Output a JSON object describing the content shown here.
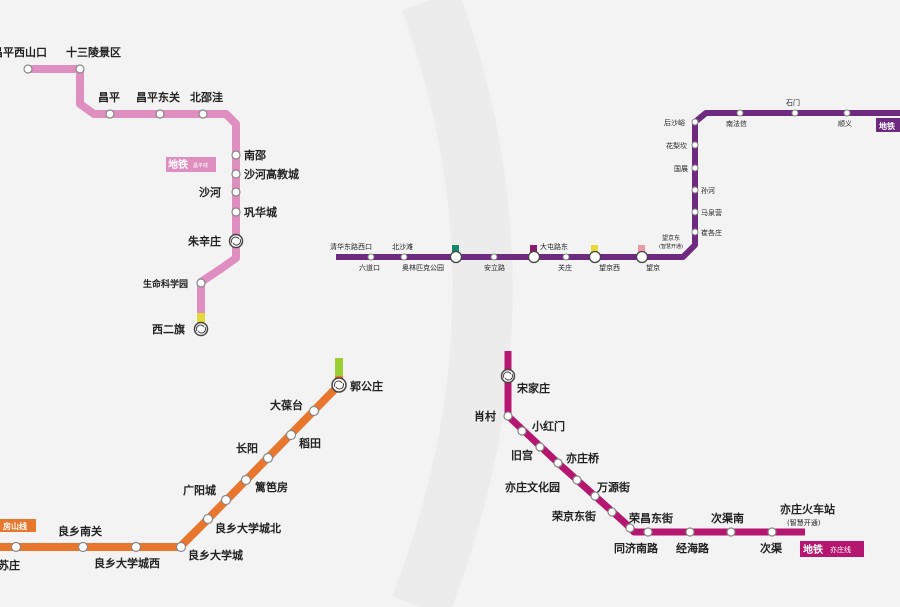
{
  "colors": {
    "background": "#f3f3f3",
    "changping": "#de8fbf",
    "line15": "#6e2a7f",
    "yizhuang": "#b5166f",
    "fangshan": "#e8762d",
    "transfer_teal": "#14876d",
    "transfer_purple": "#8a1c6c",
    "transfer_yellow": "#e5d83a",
    "transfer_pink": "#e89aa7",
    "transfer_green": "#9acd32"
  },
  "lines": {
    "changping": {
      "badge": "地铁",
      "badge_sub": "昌平线",
      "stations": [
        "昌平西山口",
        "十三陵景区",
        "昌平",
        "昌平东关",
        "北邵洼",
        "南邵",
        "沙河高教城",
        "沙河",
        "巩华城",
        "朱辛庄",
        "生命科学园",
        "西二旗"
      ]
    },
    "line15": {
      "badge": "地铁",
      "stations": [
        "清华东路西口",
        "六道口",
        "北沙滩",
        "奥林匹克公园",
        "安立路",
        "大屯路东",
        "关庄",
        "望京西",
        "望京",
        "望京东",
        "(智慧开通)",
        "崔各庄",
        "马泉营",
        "孙河",
        "国展",
        "花梨坎",
        "后沙峪",
        "南法信",
        "石门",
        "顺义"
      ]
    },
    "fangshan": {
      "badge": "房山线",
      "stations": [
        "苏庄",
        "良乡南关",
        "良乡大学城西",
        "良乡大学城",
        "良乡大学城北",
        "广阳城",
        "篱笆房",
        "长阳",
        "稻田",
        "大葆台",
        "郭公庄"
      ]
    },
    "yizhuang": {
      "badge": "地铁",
      "badge_sub": "亦庄线",
      "stations": [
        "宋家庄",
        "肖村",
        "小红门",
        "旧宫",
        "亦庄桥",
        "亦庄文化园",
        "万源街",
        "荣京东街",
        "荣昌东街",
        "同济南路",
        "经海路",
        "次渠南",
        "次渠",
        "亦庄火车站",
        "(智慧开通)"
      ]
    }
  }
}
